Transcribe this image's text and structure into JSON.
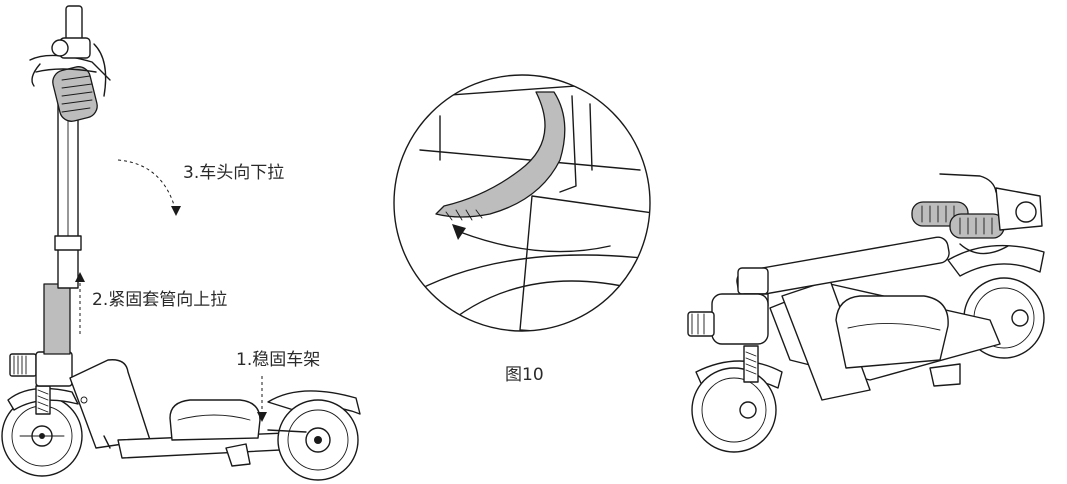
{
  "labels": {
    "step3": "3.车头向下拉",
    "step2": "2.紧固套管向上拉",
    "step1": "1.稳固车架",
    "figure": "图10"
  }
}
